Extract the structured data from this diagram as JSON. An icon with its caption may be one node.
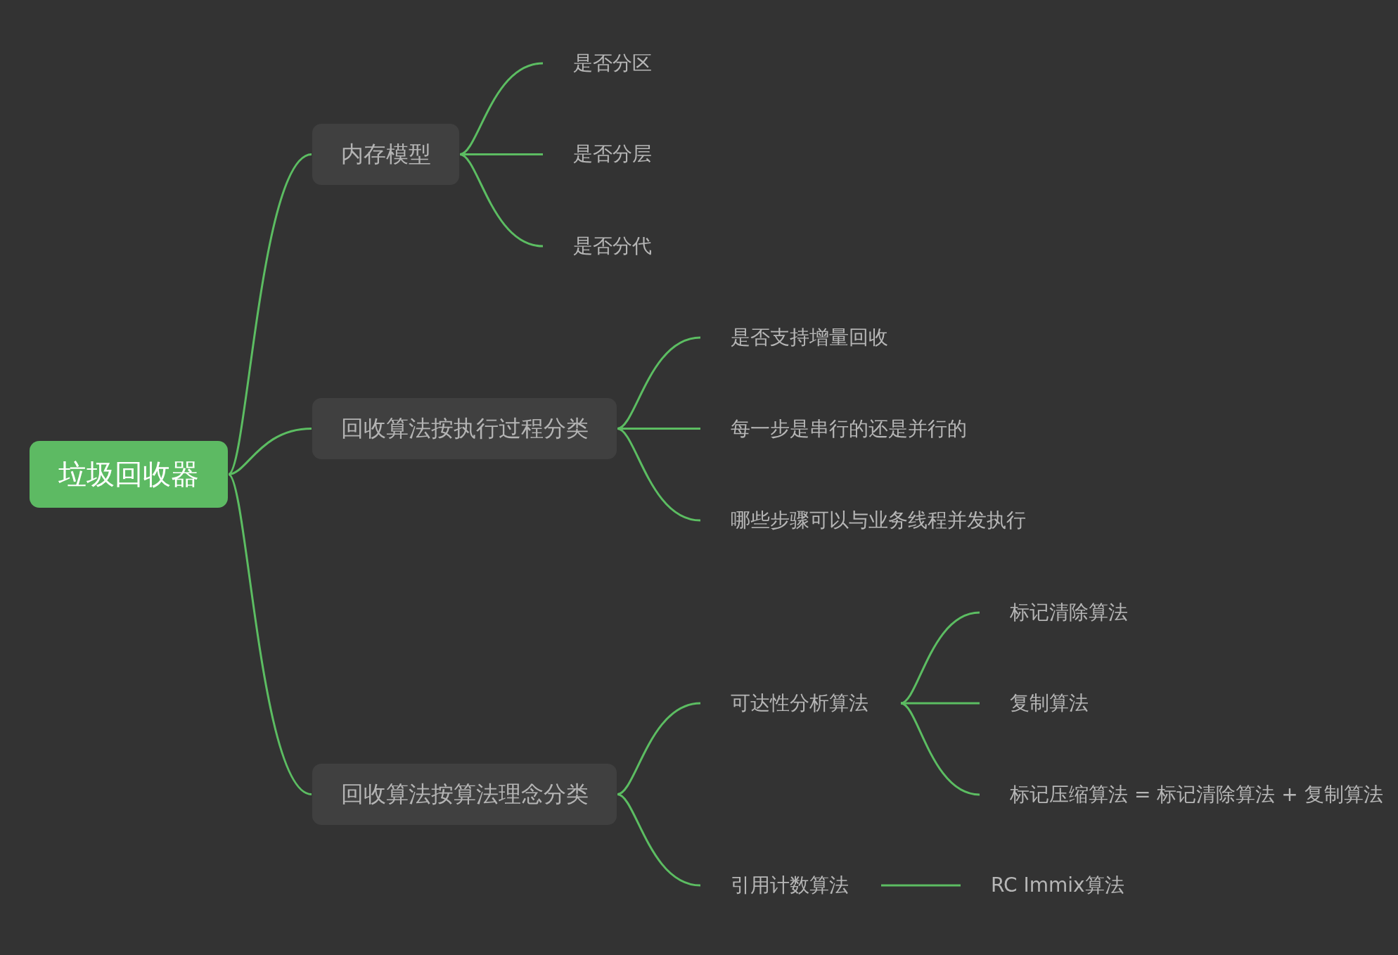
{
  "diagram": {
    "nodes": [
      {
        "text": [
          "垃圾回收器"
        ]
      },
      {
        "text": [
          "内存模型"
        ]
      },
      {
        "text": [
          "是否分区"
        ]
      },
      {
        "text": [
          "是否分层"
        ]
      },
      {
        "text": [
          "是否分代"
        ]
      },
      {
        "text": [
          "回收算法按执行过程分类"
        ]
      },
      {
        "text": [
          "是否支持增量回收"
        ]
      },
      {
        "text": [
          "每一步是串行的还是并行的"
        ]
      },
      {
        "text": [
          "哪些步骤可以与业务线程并发执行"
        ]
      },
      {
        "text": [
          "回收算法按算法理念分类"
        ]
      },
      {
        "text": [
          "可达性分析算法"
        ]
      },
      {
        "text": [
          "标记清除算法"
        ]
      },
      {
        "text": [
          "复制算法"
        ]
      },
      {
        "text": [
          "标记压缩算法 = 标记清除算法 + 复制算法"
        ]
      },
      {
        "text": [
          "引用计数算法"
        ]
      },
      {
        "text": [
          "RC Immix算法"
        ]
      }
    ],
    "edges": [
      {
        "from": 0,
        "to": 1,
        "arrow": "none"
      },
      {
        "from": 1,
        "to": 2,
        "arrow": "none"
      },
      {
        "from": 1,
        "to": 3,
        "arrow": "none"
      },
      {
        "from": 1,
        "to": 4,
        "arrow": "none"
      },
      {
        "from": 0,
        "to": 5,
        "arrow": "none"
      },
      {
        "from": 5,
        "to": 6,
        "arrow": "none"
      },
      {
        "from": 5,
        "to": 7,
        "arrow": "none"
      },
      {
        "from": 5,
        "to": 8,
        "arrow": "none"
      },
      {
        "from": 0,
        "to": 9,
        "arrow": "none"
      },
      {
        "from": 9,
        "to": 10,
        "arrow": "none"
      },
      {
        "from": 10,
        "to": 11,
        "arrow": "none"
      },
      {
        "from": 10,
        "to": 12,
        "arrow": "none"
      },
      {
        "from": 10,
        "to": 13,
        "arrow": "none"
      },
      {
        "from": 9,
        "to": 14,
        "arrow": "none"
      },
      {
        "from": 14,
        "to": 15,
        "arrow": "none"
      }
    ]
  }
}
